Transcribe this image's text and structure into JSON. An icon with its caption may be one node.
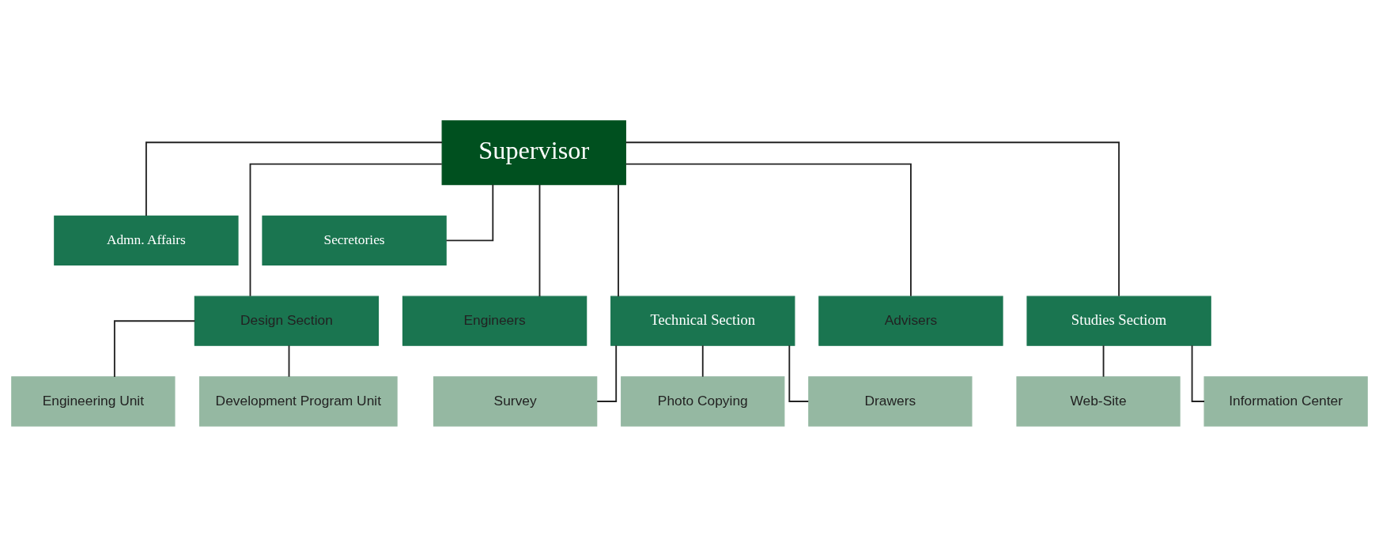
{
  "diagram": {
    "nodes": [
      {
        "text": [
          "Supervisor"
        ]
      },
      {
        "text": [
          "Admn. Affairs"
        ]
      },
      {
        "text": [
          "Secretories"
        ]
      },
      {
        "text": [
          "Design Section"
        ]
      },
      {
        "text": [
          "Engineers"
        ]
      },
      {
        "text": [
          "Technical Section"
        ]
      },
      {
        "text": [
          "Advisers"
        ]
      },
      {
        "text": [
          "Studies Sectiom"
        ]
      },
      {
        "text": [
          "Engineering Unit"
        ]
      },
      {
        "text": [
          "Development Program Unit"
        ]
      },
      {
        "text": [
          "Survey"
        ]
      },
      {
        "text": [
          "Photo Copying"
        ]
      },
      {
        "text": [
          "Drawers"
        ]
      },
      {
        "text": [
          "Web-Site"
        ]
      },
      {
        "text": [
          "Information Center"
        ]
      }
    ],
    "edges": [
      {
        "from": 0,
        "to": 1,
        "arrow": "none"
      },
      {
        "from": 0,
        "to": 2,
        "arrow": "none"
      },
      {
        "from": 0,
        "to": 3,
        "arrow": "none"
      },
      {
        "from": 0,
        "to": 4,
        "arrow": "none"
      },
      {
        "from": 0,
        "to": 5,
        "arrow": "none"
      },
      {
        "from": 0,
        "to": 6,
        "arrow": "none"
      },
      {
        "from": 0,
        "to": 7,
        "arrow": "none"
      },
      {
        "from": 3,
        "to": 8,
        "arrow": "none"
      },
      {
        "from": 3,
        "to": 9,
        "arrow": "none"
      },
      {
        "from": 5,
        "to": 10,
        "arrow": "none"
      },
      {
        "from": 5,
        "to": 11,
        "arrow": "none"
      },
      {
        "from": 5,
        "to": 12,
        "arrow": "none"
      },
      {
        "from": 7,
        "to": 13,
        "arrow": "none"
      },
      {
        "from": 7,
        "to": 14,
        "arrow": "none"
      }
    ]
  }
}
